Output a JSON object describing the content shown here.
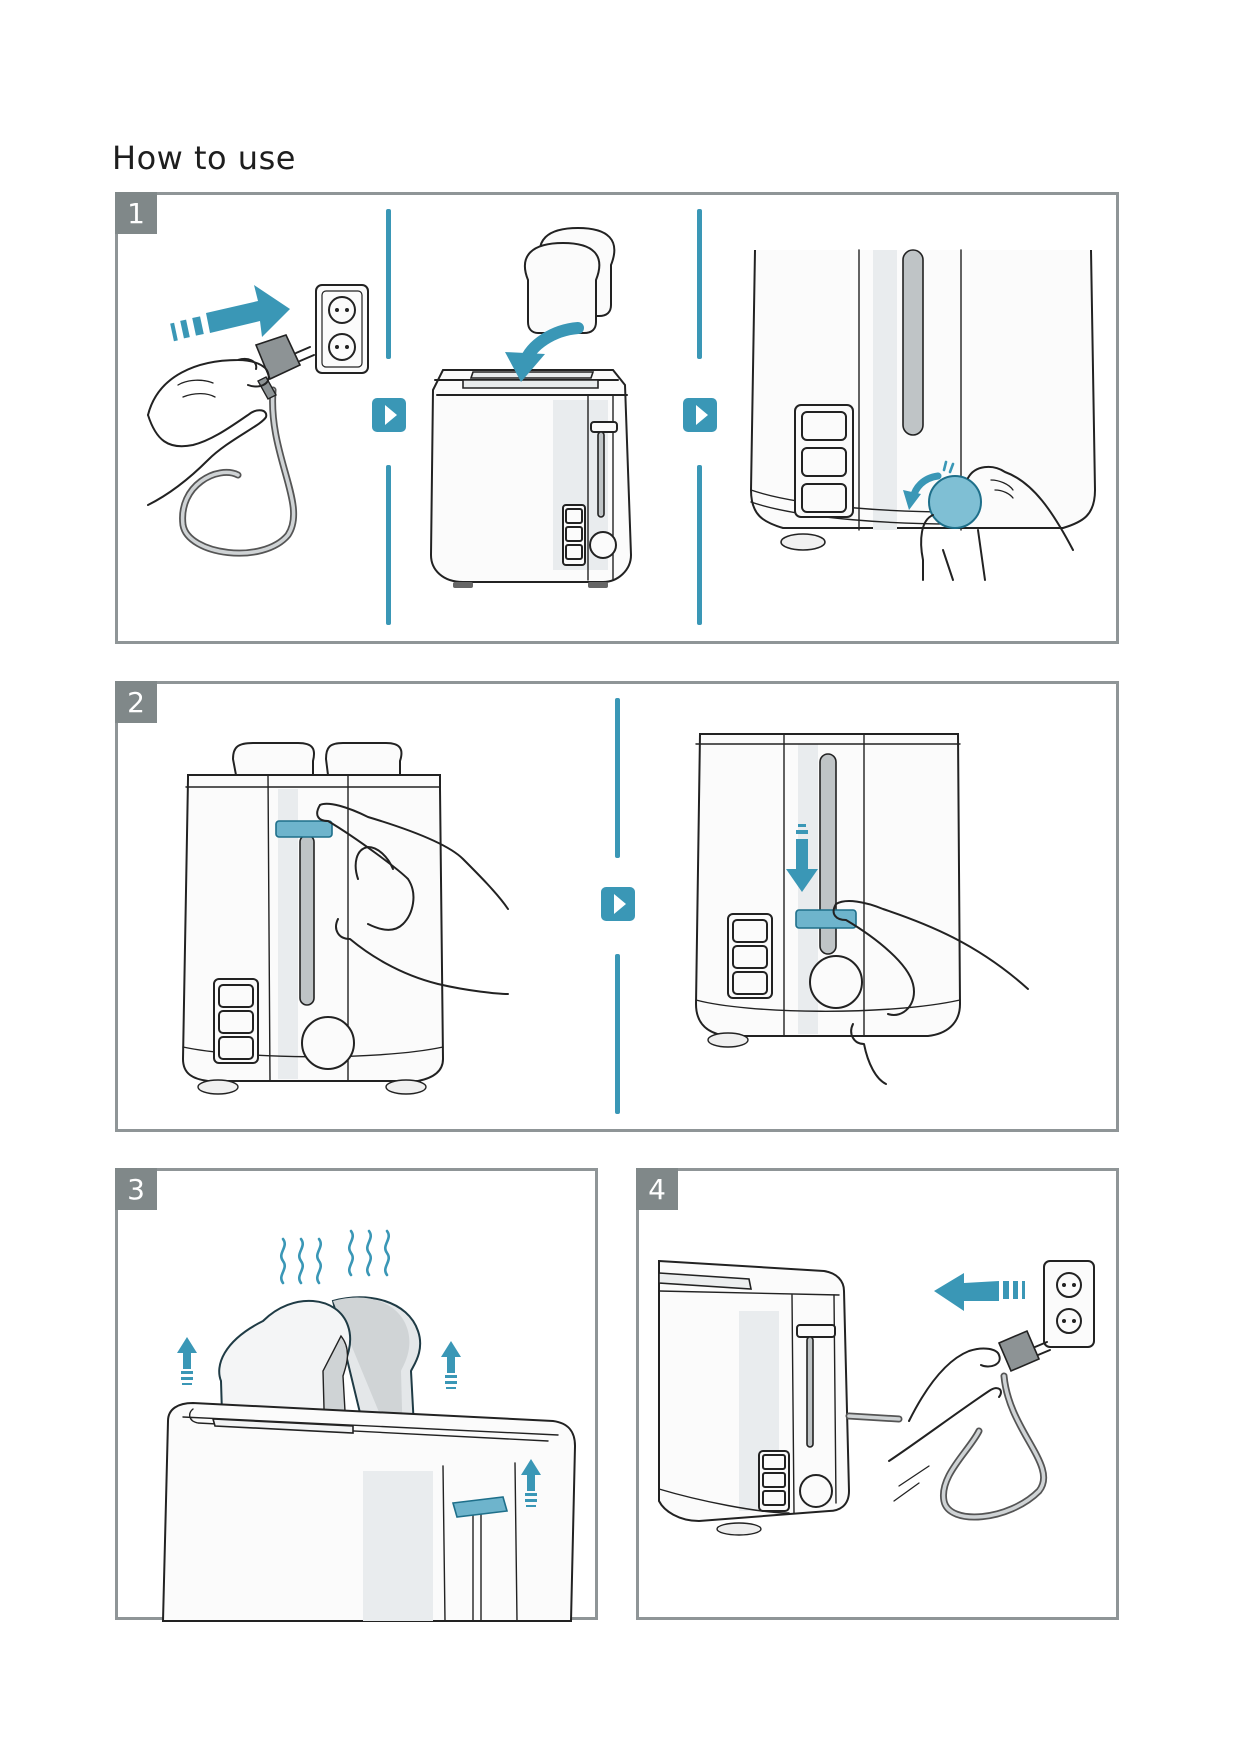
{
  "page": {
    "title": "How to use"
  },
  "colors": {
    "accent": "#3a97b6",
    "badge_bg": "#808889",
    "panel_border": "#8f9597",
    "lever_highlight": "#6eb4cc"
  },
  "steps": [
    {
      "number": "1",
      "frames": [
        {
          "icon": "plug-into-socket-illustration",
          "arrow": "arrow-right-icon"
        },
        {
          "icon": "insert-bread-illustration",
          "arrow": "arrow-down-curved-icon"
        },
        {
          "icon": "turn-browning-knob-illustration",
          "arrow": "rotate-arrow-icon"
        }
      ],
      "separators": [
        "next-step-icon",
        "next-step-icon"
      ]
    },
    {
      "number": "2",
      "frames": [
        {
          "icon": "finger-on-lever-illustration"
        },
        {
          "icon": "press-lever-down-illustration",
          "arrow": "arrow-down-icon"
        }
      ],
      "separators": [
        "next-step-icon"
      ]
    },
    {
      "number": "3",
      "frames": [
        {
          "icon": "toast-pops-up-illustration",
          "arrow": "arrow-up-icon"
        }
      ]
    },
    {
      "number": "4",
      "frames": [
        {
          "icon": "unplug-from-socket-illustration",
          "arrow": "arrow-left-icon"
        }
      ]
    }
  ]
}
